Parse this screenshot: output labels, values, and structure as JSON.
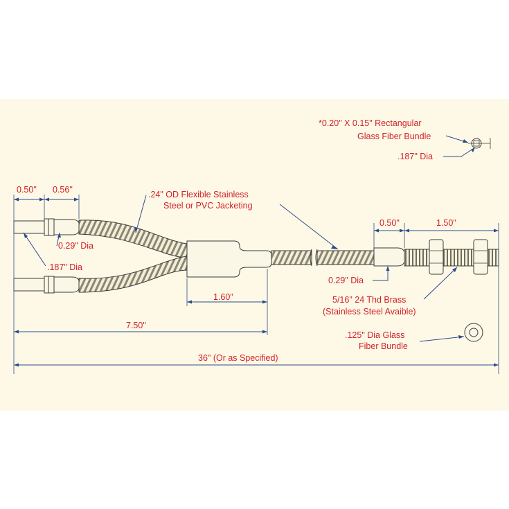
{
  "diagram": {
    "labels": {
      "dim_050_left": "0.50\"",
      "dim_056": "0.56\"",
      "jacket_line1": ".24\" OD Flexible Stainless",
      "jacket_line2": "Steel or PVC Jacketing",
      "dia_029_left": "0.29\" Dia",
      "dia_187_left": ".187\" Dia",
      "dim_160": "1.60\"",
      "dim_750": "7.50\"",
      "dim_36": "36\" (Or as Specified)",
      "rect_bundle_line1": "*0.20\" X 0.15\" Rectangular",
      "rect_bundle_line2": "Glass Fiber Bundle",
      "dia_187_right": ".187\" Dia",
      "dim_050_right": "0.50\"",
      "dim_150": "1.50\"",
      "dia_029_right": "0.29\" Dia",
      "thread_line1": "5/16\" 24 Thd Brass",
      "thread_line2": "(Stainless Steel Avaible)",
      "glass_line1": ".125\" Dia Glass",
      "glass_line2": "Fiber Bundle"
    }
  }
}
